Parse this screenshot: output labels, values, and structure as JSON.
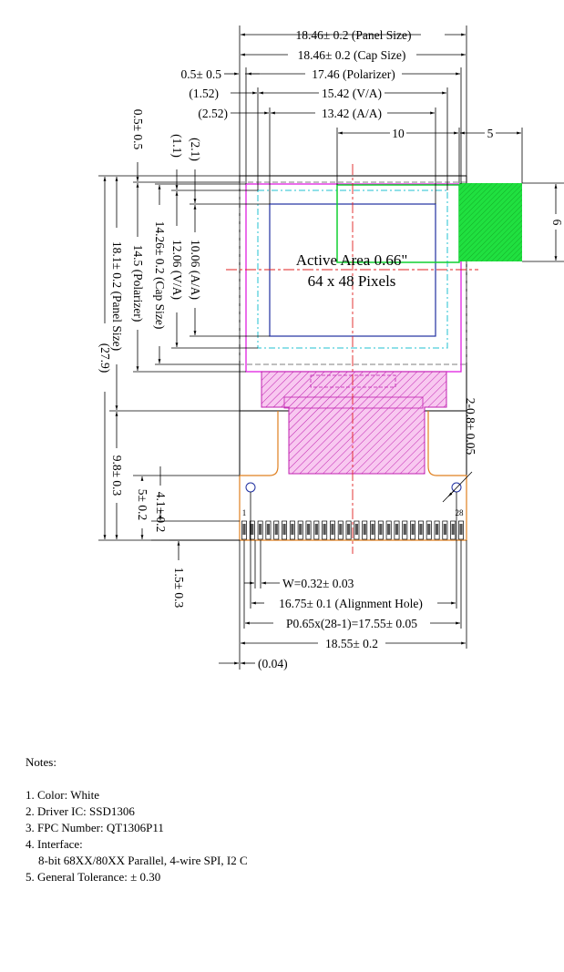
{
  "dimensions": {
    "panel_size_top": "18.46± 0.2 (Panel Size)",
    "cap_size_top": "18.46± 0.2 (Cap Size)",
    "offset_05": "0.5± 0.5",
    "polarizer_top": "17.46 (Polarizer)",
    "offset_152": "(1.52)",
    "va_top": "15.42 (V/A)",
    "offset_252": "(2.52)",
    "aa_top": "13.42 (A/A)",
    "green_w": "10",
    "green_w2": "5",
    "green_h": "6",
    "left_05": "0.5± 0.5",
    "left_11": "(1.1)",
    "left_21": "(2.1)",
    "aa_v": "10.06 (A/A)",
    "va_v": "12.06 (V/A)",
    "cap_v": "14.26± 0.2 (Cap Size)",
    "polarizer_v": "14.5 (Polarizer)",
    "panel_v": "18.1± 0.2 (Panel Size)",
    "total_v": "(27.9)",
    "fpc_98": "9.8± 0.3",
    "fpc_5": "5± 0.2",
    "fpc_41": "4.1± 0.2",
    "fpc_15": "1.5± 0.3",
    "hole_r": "2-0.8± 0.05",
    "width_w": "W=0.32± 0.03",
    "align_hole": "16.75± 0.1 (Alignment Hole)",
    "pitch": "P0.65x(28-1)=17.55± 0.05",
    "fpc_width": "18.55± 0.2",
    "offset_004": "(0.04)",
    "pin_first": "1",
    "pin_last": "28"
  },
  "active_area": {
    "line1": "Active Area 0.66\"",
    "line2": "64 x 48 Pixels"
  },
  "colors": {
    "polarizer": "#e020e0",
    "hatch": "#d020c0",
    "va": "#20c0d0",
    "aa": "#2030a0",
    "center": "#e02020",
    "green": "#10d030",
    "fpc": "#e08020"
  },
  "notes": {
    "heading": "Notes:",
    "item1": "1. Color: White",
    "item2": "2. Driver IC: SSD1306",
    "item3": "3. FPC Number: QT1306P11",
    "item4": "4. Interface:",
    "item4_detail": "8-bit 68XX/80XX Parallel, 4-wire SPI, I2 C",
    "item5": "5. General Tolerance: ± 0.30"
  }
}
